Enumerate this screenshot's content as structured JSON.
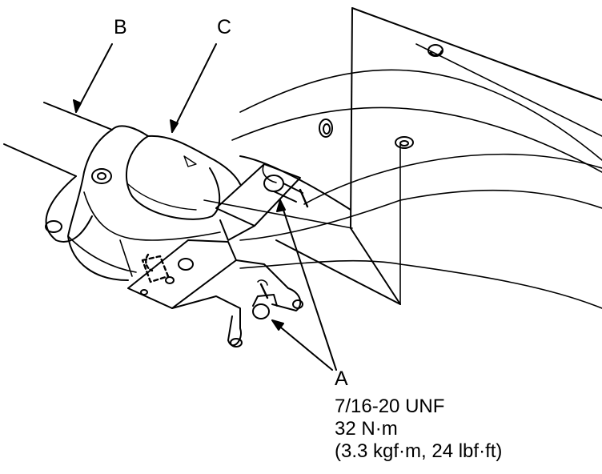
{
  "callouts": {
    "b": "B",
    "c": "C",
    "a": "A"
  },
  "fastener_spec": {
    "thread": "7/16-20 UNF",
    "torque_nm": "32 N·m",
    "torque_alt": "(3.3 kgf·m, 24 lbf·ft)"
  },
  "colors": {
    "line": "#000000",
    "background": "#ffffff"
  }
}
